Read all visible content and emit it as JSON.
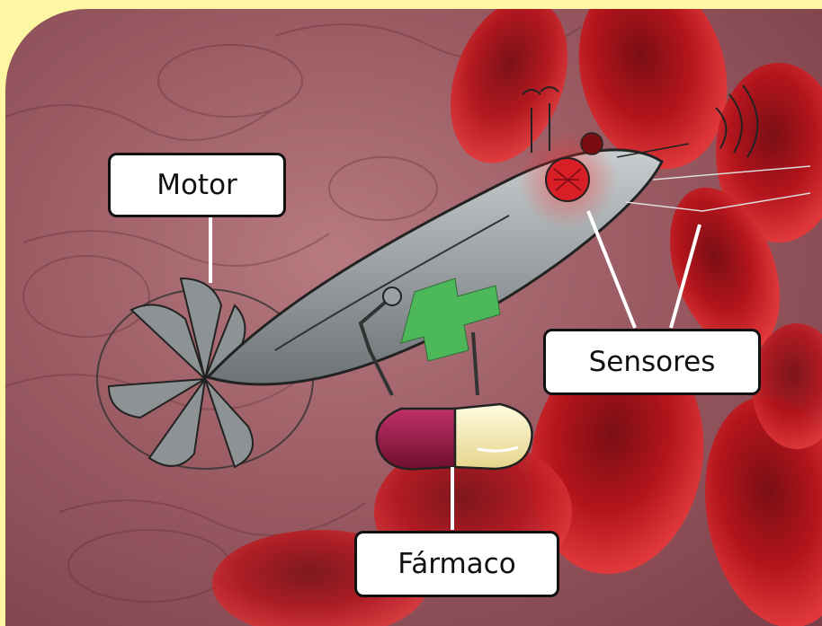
{
  "labels": {
    "motor": "Motor",
    "sensores": "Sensores",
    "farmaco": "Fármaco"
  },
  "colors": {
    "page_background": "#fdf6a3",
    "tissue": "#9a5b63",
    "blood_cell": "#b3141c",
    "robot_body": "#9aa0a3",
    "sensor_eye": "#d81f26",
    "drug_pill_dark": "#8a1838",
    "drug_pill_light": "#f5eaa8",
    "green_cross": "#4cb85a"
  }
}
